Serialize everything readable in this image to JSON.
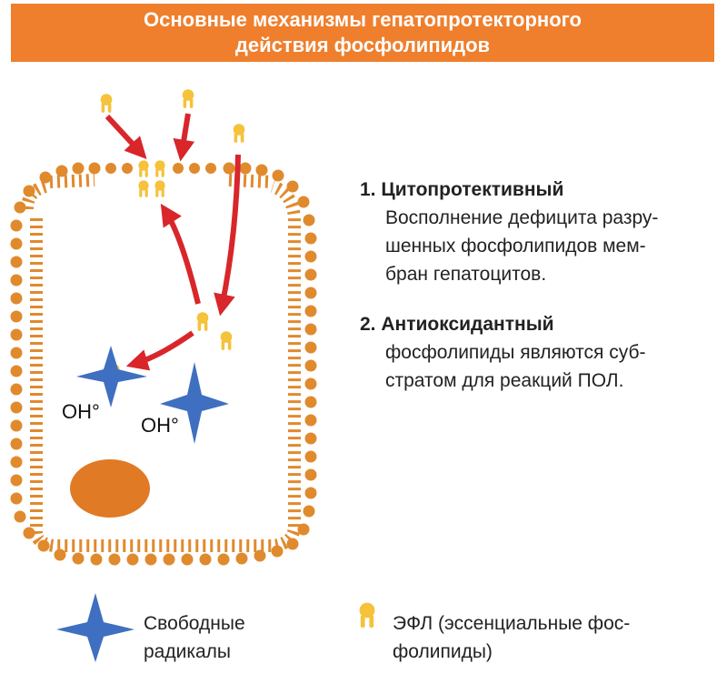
{
  "header": {
    "line1": "Основные механизмы гепатопротекторного",
    "line2": "действия фосфолипидов"
  },
  "points": [
    {
      "title": "1. Цитопротективный",
      "lines": [
        "Восполнение дефицита разру-",
        "шенных фосфолипидов мем-",
        "бран гепатоцитов."
      ]
    },
    {
      "title": "2. Антиоксидантный",
      "lines": [
        "фосфолипиды являются суб-",
        "стратом для реакций ПОЛ."
      ]
    }
  ],
  "radical_label": "OH°",
  "legend": {
    "radicals_line1": "Свободные",
    "radicals_line2": "радикалы",
    "efl_line1": "ЭФЛ (эссенциальные фос-",
    "efl_line2": "фолипиды)"
  },
  "colors": {
    "header": "#ef7f2d",
    "membrane": "#e08a2e",
    "efl": "#f5c23a",
    "arrow": "#d8262b",
    "radical": "#3f6fc0",
    "nucleus": "#e07a25"
  }
}
